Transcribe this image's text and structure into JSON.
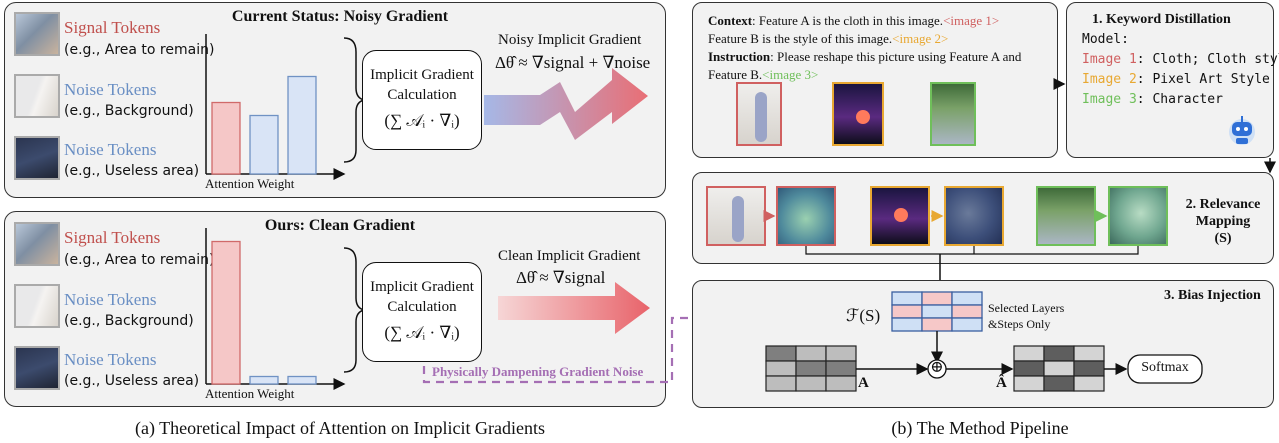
{
  "colors": {
    "signal": "#c0504d",
    "noise": "#6a8fc4",
    "yellow": "#e8a832",
    "green": "#6fbf5a",
    "dashed": "#a56fb4",
    "panel_bg": "#f2f2f2"
  },
  "left_top": {
    "title": "Current Status: Noisy Gradient",
    "tokens": [
      {
        "label": "Signal Tokens",
        "example": "(e.g., Area to remain)"
      },
      {
        "label": "Noise Tokens",
        "example": "(e.g., Background)"
      },
      {
        "label": "Noise Tokens",
        "example": "(e.g., Useless area)"
      }
    ],
    "axis_label": "Attention Weight",
    "calc_line1": "Implicit Gradient",
    "calc_line2": "Calculation",
    "calc_formula": "(∑ 𝒜ᵢ · ∇ᵢ)",
    "grad_title": "Noisy Implicit Gradient",
    "grad_formula": "Δθ̂ ≈ ∇signal + ∇noise",
    "bars": [
      0.55,
      0.45,
      0.75
    ]
  },
  "left_bottom": {
    "title": "Ours: Clean Gradient",
    "tokens": [
      {
        "label": "Signal Tokens",
        "example": "(e.g., Area to remain)"
      },
      {
        "label": "Noise Tokens",
        "example": "(e.g., Background)"
      },
      {
        "label": "Noise Tokens",
        "example": "(e.g., Useless area)"
      }
    ],
    "axis_label": "Attention Weight",
    "calc_line1": "Implicit Gradient",
    "calc_line2": "Calculation",
    "calc_formula": "(∑ 𝒜ᵢ · ∇ᵢ)",
    "grad_title": "Clean Implicit Gradient",
    "grad_formula": "Δθ̂ ≈ ∇signal",
    "dampening_label": "Physically Dampening Gradient Noise",
    "bars": [
      0.95,
      0.05,
      0.05
    ]
  },
  "caption_left": "(a) Theoretical Impact of Attention on Implicit Gradients",
  "caption_right": "(b) The Method Pipeline",
  "context_box": {
    "context_prefix": "Context",
    "context_text": ": Feature A is the cloth in this image.",
    "img1_tag": "<image 1>",
    "feature_b_text": "Feature B is the style of this image.",
    "img2_tag": "<image 2>",
    "instruction_prefix": "Instruction",
    "instruction_text": ": Please reshape this picture using Feature A and Feature B.",
    "img3_tag": "<image 3>"
  },
  "keyword_box": {
    "title": "1. Keyword Distillation",
    "model_label": "Model:",
    "items": [
      {
        "tag": "Image 1",
        "text": ": Cloth; Cloth style"
      },
      {
        "tag": "Image 2",
        "text": ": Pixel Art Style"
      },
      {
        "tag": "Image 3",
        "text": ": Character"
      }
    ],
    "robot_icon": "robot-icon"
  },
  "relevance_box": {
    "title_line1": "2. Relevance",
    "title_line2": "Mapping",
    "title_line3": "(S)"
  },
  "bias_box": {
    "title": "3. Bias Injection",
    "fs_label": "ℱ(S)",
    "selected_line1": "Selected Layers",
    "selected_line2": "&Steps Only",
    "a_label": "A",
    "a_hat_label": "Â",
    "plus": "⊕",
    "softmax": "Softmax"
  }
}
